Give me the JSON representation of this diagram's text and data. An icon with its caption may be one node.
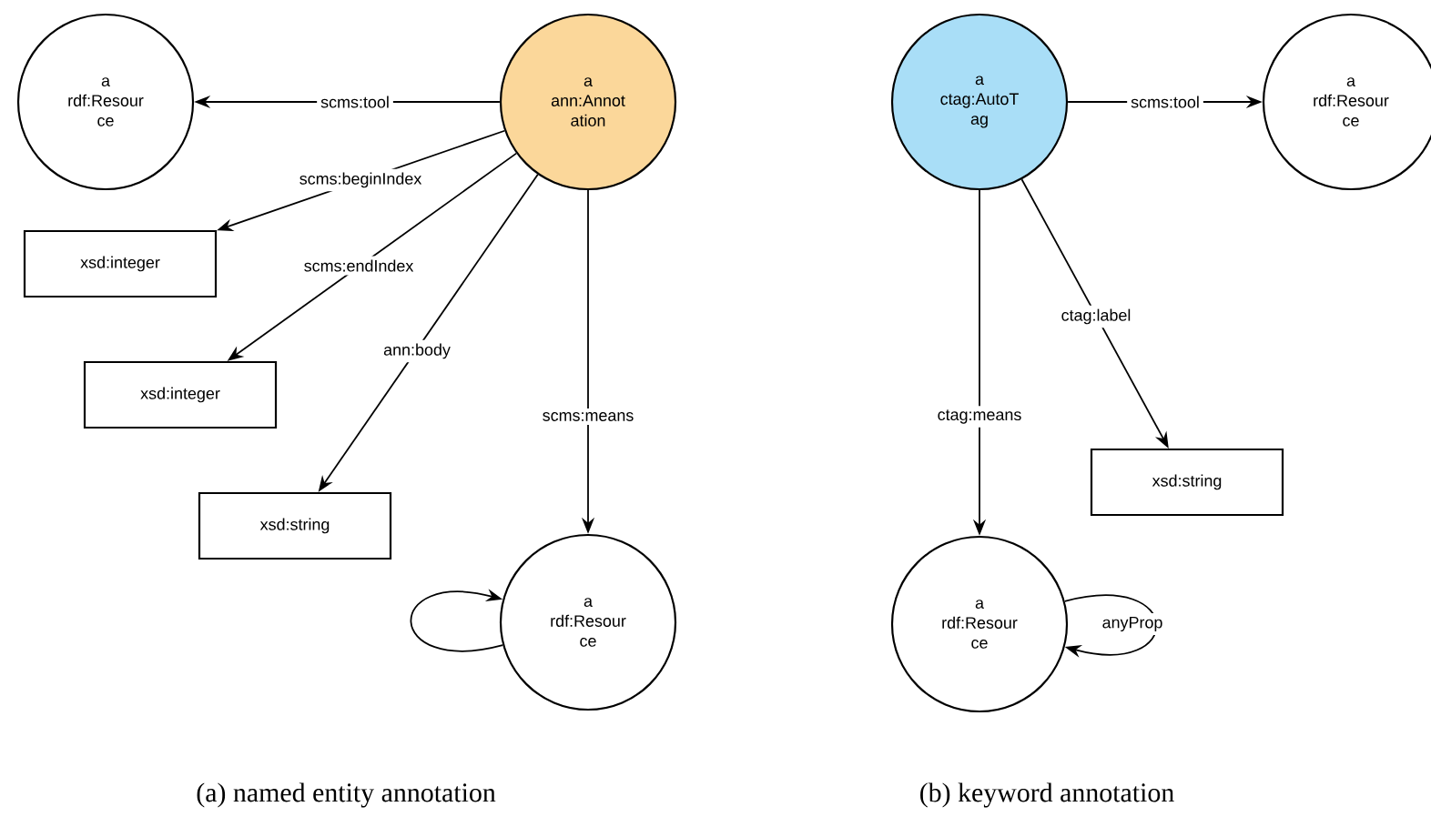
{
  "diagram": {
    "nodes": [
      {
        "text": [
          "a rdf:Resour ce"
        ]
      },
      {
        "text": [
          "a ann:Annot ation"
        ]
      },
      {
        "text": [
          "xsd:integer"
        ]
      },
      {
        "text": [
          "xsd:integer"
        ]
      },
      {
        "text": [
          "xsd:string"
        ]
      },
      {
        "text": [
          "a rdf:Resour ce"
        ]
      },
      {
        "text": [
          "a ctag:AutoT ag"
        ]
      },
      {
        "text": [
          "a rdf:Resour ce"
        ]
      },
      {
        "text": [
          "xsd:string"
        ]
      },
      {
        "text": [
          "a rdf:Resour ce"
        ]
      }
    ],
    "edges": [
      {
        "from": 1,
        "to": 0,
        "arrow": "to",
        "label": "scms:tool"
      },
      {
        "from": 1,
        "to": 2,
        "arrow": "to",
        "label": "scms:beginIndex"
      },
      {
        "from": 1,
        "to": 3,
        "arrow": "to",
        "label": "scms:endIndex"
      },
      {
        "from": 1,
        "to": 4,
        "arrow": "to",
        "label": "ann:body"
      },
      {
        "from": 1,
        "to": 5,
        "arrow": "to",
        "label": "scms:means"
      },
      {
        "from": 5,
        "to": 5,
        "arrow": "to"
      },
      {
        "from": 6,
        "to": 7,
        "arrow": "to",
        "label": "scms:tool"
      },
      {
        "from": 6,
        "to": 8,
        "arrow": "to",
        "label": "ctag:label"
      },
      {
        "from": 6,
        "to": 9,
        "arrow": "to",
        "label": "ctag:means"
      },
      {
        "from": 9,
        "to": 9,
        "arrow": "to",
        "label": "anyProp"
      }
    ],
    "labels": [
      "(a) named entity annotation",
      "(b) keyword annotation"
    ]
  }
}
